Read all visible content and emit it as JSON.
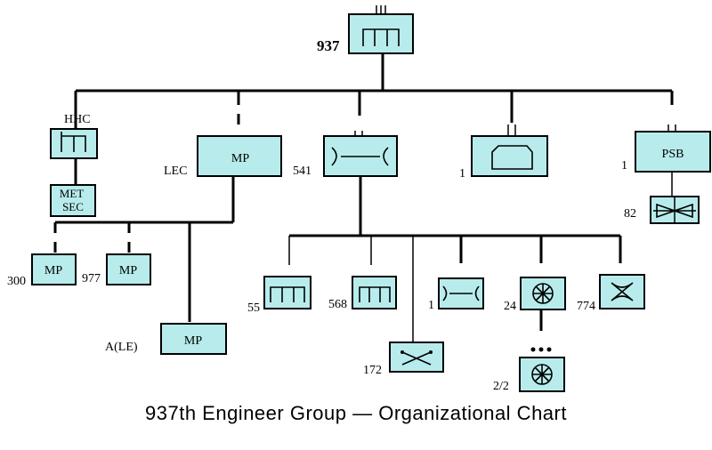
{
  "title": "937th Engineer Group — Organizational Chart",
  "units": {
    "hq": {
      "label": "937",
      "icon": "engineer-castle-icon"
    },
    "hhc": {
      "label": "HHC",
      "icon": "engineer-hq-icon"
    },
    "metsec": {
      "label": "MET SEC"
    },
    "mp_lec": {
      "label": "LEC",
      "box_text": "MP"
    },
    "bridge_541": {
      "label": "541",
      "icon": "bridge-icon"
    },
    "unit_1_mid": {
      "label": "1",
      "icon": "support-icon"
    },
    "psb": {
      "label": "1",
      "box_text": "PSB"
    },
    "unit_82": {
      "label": "82",
      "icon": "hourglass-icon"
    },
    "mp_300": {
      "label": "300",
      "box_text": "MP"
    },
    "mp_977": {
      "label": "977",
      "box_text": "MP"
    },
    "mp_ale": {
      "label": "A(LE)",
      "box_text": "MP"
    },
    "eng_55": {
      "label": "55",
      "icon": "engineer-castle-icon"
    },
    "eng_568": {
      "label": "568",
      "icon": "engineer-castle-icon"
    },
    "unit_172": {
      "label": "172",
      "icon": "crossed-icon"
    },
    "bridge_1": {
      "label": "1",
      "icon": "bridge-icon"
    },
    "unit_24": {
      "label": "24",
      "icon": "wheel-icon"
    },
    "unit_2_2": {
      "label": "2/2",
      "icon": "wheel-icon"
    },
    "unit_774": {
      "label": "774",
      "icon": "x-icon"
    }
  }
}
